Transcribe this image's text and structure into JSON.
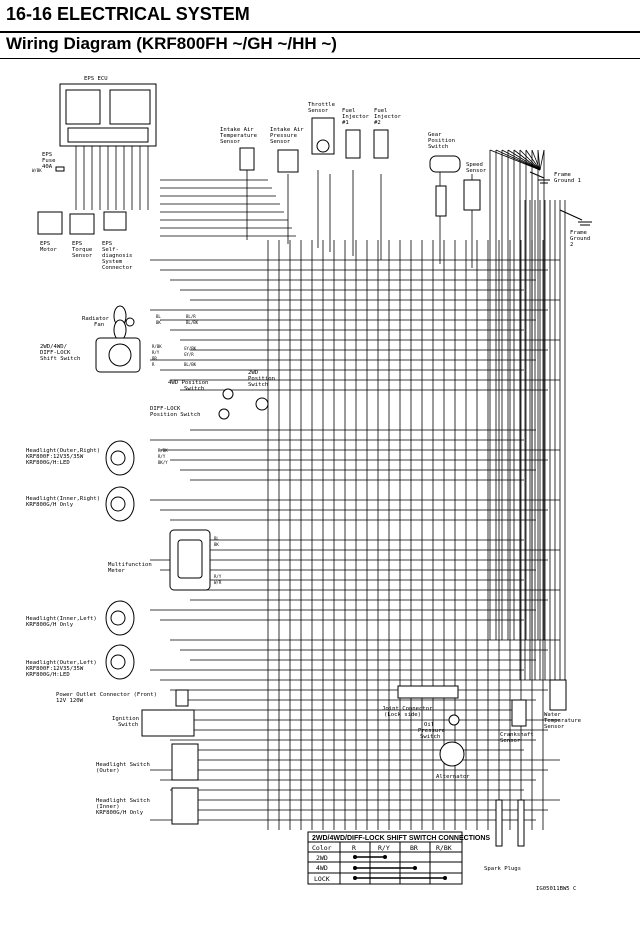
{
  "header": {
    "section": "16-16 ELECTRICAL SYSTEM",
    "title": "Wiring Diagram (KRF800FH ~/GH ~/HH ~)"
  },
  "components": {
    "eps_ecu": "EPS ECU",
    "eps_fuse": [
      "EPS",
      "Fuse",
      "40A"
    ],
    "eps_motor": [
      "EPS",
      "Motor"
    ],
    "eps_torque": [
      "EPS",
      "Torque",
      "Sensor"
    ],
    "eps_selfdiag": [
      "EPS",
      "Self-",
      "diagnosis",
      "System",
      "Connector"
    ],
    "intake_temp": [
      "Intake Air",
      "Temperature",
      "Sensor"
    ],
    "intake_pressure": [
      "Intake Air",
      "Pressure",
      "Sensor"
    ],
    "throttle": [
      "Throttle",
      "Sensor"
    ],
    "fuel_inj1": [
      "Fuel",
      "Injector",
      "#1"
    ],
    "fuel_inj2": [
      "Fuel",
      "Injector",
      "#2"
    ],
    "gear_pos": [
      "Gear",
      "Position",
      "Switch"
    ],
    "speed": [
      "Speed",
      "Sensor"
    ],
    "frame_gnd1": [
      "Frame",
      "Ground 1"
    ],
    "frame_gnd2": [
      "Frame",
      "Ground",
      "2"
    ],
    "radiator_fan": [
      "Radiator",
      "Fan"
    ],
    "shift_switch": [
      "2WD/4WD/",
      "DIFF-LOCK",
      "Shift Switch"
    ],
    "pos_4wd": [
      "4WD Position",
      "Switch"
    ],
    "pos_2wd": [
      "2WD",
      "Position",
      "Switch"
    ],
    "diff_lock": [
      "DIFF-LOCK",
      "Position Switch"
    ],
    "hl_outer_right": [
      "Headlight(Outer,Right)",
      "KRF800F:12V35/35W",
      "KRF800G/H:LED"
    ],
    "hl_inner_right": [
      "Headlight(Inner,Right)",
      "KRF800G/H Only"
    ],
    "meter": [
      "Multifunction",
      "Meter"
    ],
    "hl_inner_left": [
      "Headlight(Inner,Left)",
      "KRF800G/H Only"
    ],
    "hl_outer_left": [
      "Headlight(Outer,Left)",
      "KRF800F:12V35/35W",
      "KRF800G/H:LED"
    ],
    "power_outlet": [
      "Power Outlet Connector (Front)",
      "12V 120W"
    ],
    "ignition": [
      "Ignition",
      "Switch"
    ],
    "hl_switch_outer": [
      "Headlight Switch",
      "(Outer)"
    ],
    "hl_switch_inner": [
      "Headlight Switch",
      "(Inner)",
      "KRF800G/H Only"
    ],
    "joint_connector": [
      "Joint Connector",
      "(Lock side)"
    ],
    "oil_pressure": [
      "Oil",
      "Pressure",
      "Switch"
    ],
    "crankshaft": [
      "Crankshaft",
      "Sensor"
    ],
    "water_temp": [
      "Water",
      "Temperature",
      "Sensor"
    ],
    "alternator": "Alternator",
    "spark_plugs": "Spark Plugs"
  },
  "wire_labels": {
    "fan": [
      "BL",
      "BK",
      "BL/R",
      "BL/BK"
    ],
    "shift": [
      "R/BK",
      "R/Y",
      "BR",
      "R",
      "GY/BK",
      "GY/R",
      "BL/BK"
    ],
    "headlight": [
      "R/BK",
      "R/Y",
      "BK/Y"
    ],
    "meter": [
      "BL",
      "BK",
      "R/Y",
      "W/R"
    ],
    "ecu_fuse": "W/BK"
  },
  "shift_table": {
    "title": "2WD/4WD/DIFF-LOCK SHIFT SWITCH CONNECTIONS",
    "headers": [
      "Color",
      "R",
      "R/Y",
      "BR",
      "R/BK"
    ],
    "rows": [
      "2WD",
      "4WD",
      "LOCK"
    ]
  },
  "figure_code": "IG05011BW5 C",
  "colors": {
    "ink": "#000000",
    "paper": "#ffffff"
  }
}
